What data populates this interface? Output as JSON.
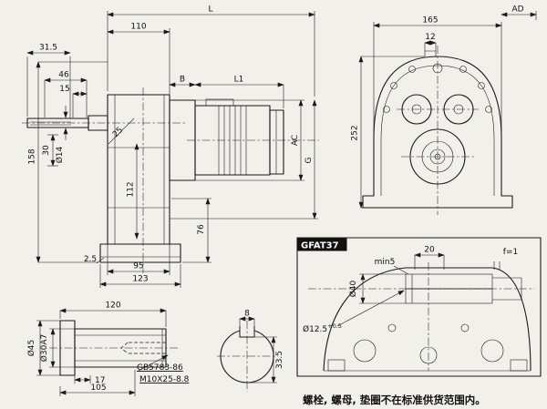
{
  "note": "螺栓, 螺母, 垫圈不在标准供货范围内。",
  "side": {
    "L": "L",
    "d110": "110",
    "d31_5": "31.5",
    "d46": "46",
    "d15": "15",
    "B": "B",
    "L1": "L1",
    "AC": "AC",
    "G": "G",
    "d158": "158",
    "d30": "30",
    "dia14": "Ø14",
    "d25": "25",
    "d112": "112",
    "d76": "76",
    "d2_5": "2.5",
    "d95": "95",
    "d123": "123"
  },
  "front": {
    "d165": "165",
    "AD": "AD",
    "d12": "12",
    "d252": "252"
  },
  "detail": {
    "title": "GFAT37",
    "d20": "20",
    "min5": "min5",
    "f": "f=1",
    "dia40": "Ø40",
    "dia12_5": "Ø12.5",
    "tol": "+0.5"
  },
  "shaft": {
    "d120": "120",
    "dia45": "Ø45",
    "dia30": "Ø30A7",
    "d17": "17",
    "d105": "105",
    "std": "GB5783-86",
    "bolt": "M10X25-8.8"
  },
  "section": {
    "d8": "8",
    "d33_5": "33.5"
  }
}
